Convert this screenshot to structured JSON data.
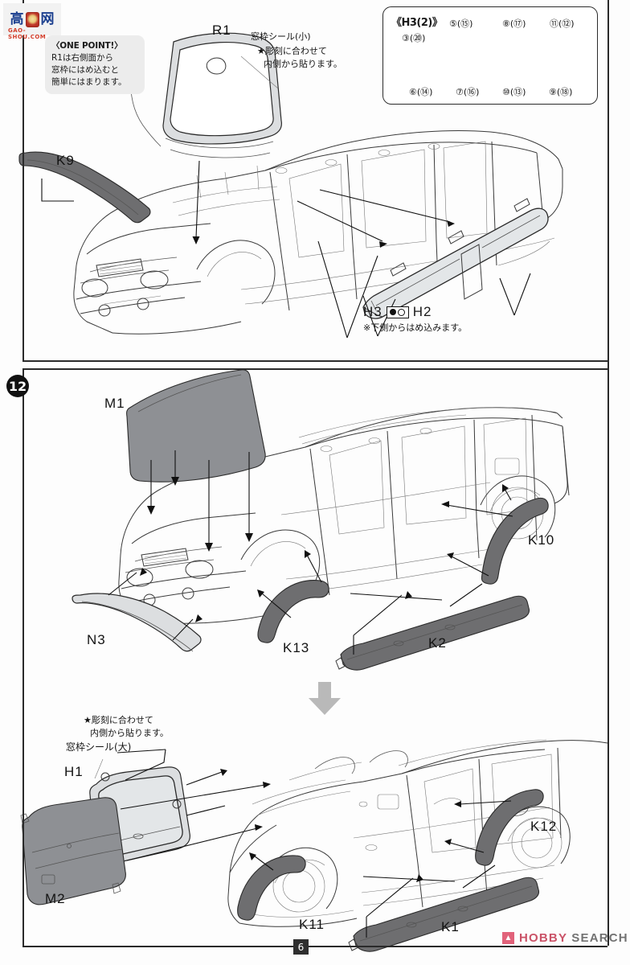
{
  "document": {
    "type": "model-kit-instruction-sheet",
    "page_number": "6"
  },
  "logo": {
    "char_left": "高",
    "char_right": "网",
    "subtitle": "GAO-SHOU.COM"
  },
  "one_point": {
    "title": "〈ONE POINT!〉",
    "line1": "R1は右側面から",
    "line2": "窓枠にはめ込むと",
    "line3": "簡単にはまります。"
  },
  "detail_box": {
    "title": "《H3(2)》",
    "top_labels": [
      "⑤(⑮)",
      "⑧(⑰)",
      "⑪(⑫)"
    ],
    "left_label": "③(⑳)",
    "bottom_labels": [
      "⑥(⑭)",
      "⑦(⑯)",
      "⑩(⑬)",
      "⑨(⑱)"
    ]
  },
  "step_11": {
    "parts": {
      "r1": "R1",
      "k9": "K9",
      "h3": "H3",
      "h2": "H2"
    },
    "seal_small_title": "窓枠シール(小)",
    "seal_small_note1": "★彫刻に合わせて",
    "seal_small_note2": "内側から貼ります。",
    "fit_note": "※下側からはめ込みます。"
  },
  "step_12": {
    "badge": "12",
    "upper_parts": {
      "m1": "M1",
      "n3": "N3",
      "k13": "K13",
      "k10": "K10",
      "k2": "K2"
    },
    "lower_parts": {
      "h1": "H1",
      "m2": "M2",
      "k11": "K11",
      "k12": "K12",
      "k1": "K1"
    },
    "seal_large_note1": "★彫刻に合わせて",
    "seal_large_note2": "内側から貼ります。",
    "seal_large_title": "窓枠シール(大)"
  },
  "watermark": {
    "text_primary": "HOBBY",
    "text_secondary": "SEARCH"
  },
  "colors": {
    "ink": "#1a1a1a",
    "frame": "#2a2a2a",
    "part_dark": "#6e6e70",
    "part_mid": "#8e9094",
    "glass": "#e3e6e8",
    "onepoint_bg": "#ececec",
    "watermark_pink": "#c8495f",
    "watermark_gray": "#6b6b6b",
    "logo_blue": "#1b3f8f",
    "logo_red": "#d23d2a"
  }
}
